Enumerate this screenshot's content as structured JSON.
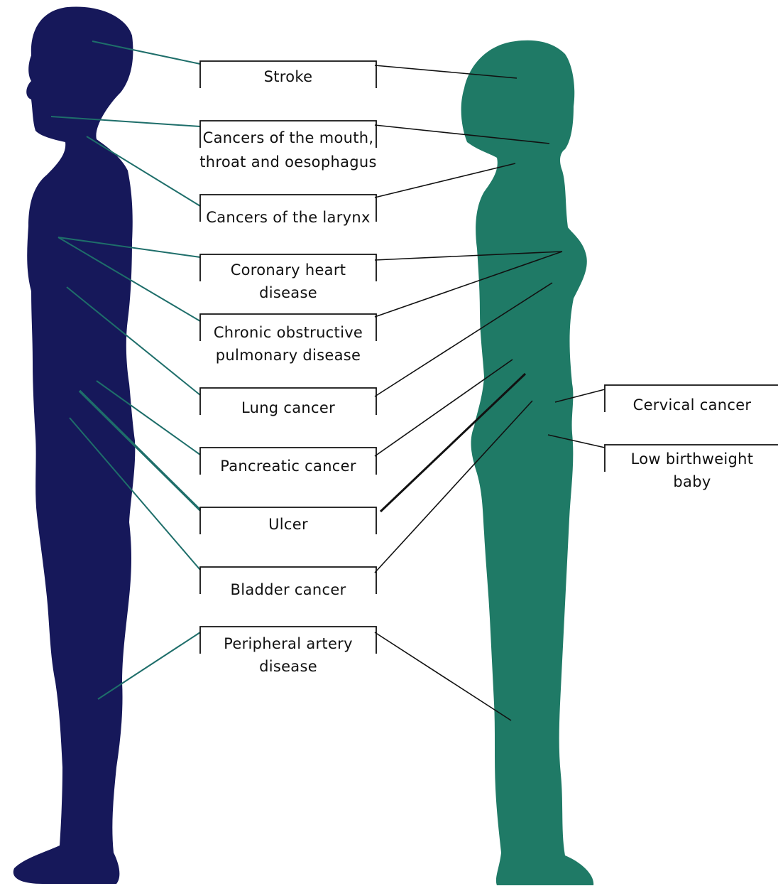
{
  "colors": {
    "male_body": "#16185a",
    "female_body": "#1f7a66",
    "male_leader": "#1e6e6a",
    "female_leader": "#111111",
    "box_line": "#111111",
    "background": "#ffffff"
  },
  "figures": {
    "male": {
      "icon": "male-silhouette"
    },
    "female": {
      "icon": "female-silhouette"
    }
  },
  "labels": {
    "stroke": "Stroke",
    "mouth_1": "Cancers of the mouth,",
    "mouth_2": "throat and oesophagus",
    "larynx": "Cancers of the larynx",
    "coronary_1": "Coronary heart",
    "coronary_2": "disease",
    "copd_1": "Chronic obstructive",
    "copd_2": "pulmonary disease",
    "lung": "Lung cancer",
    "pancreatic": "Pancreatic cancer",
    "ulcer": "Ulcer",
    "bladder": "Bladder cancer",
    "peripheral_1": "Peripheral artery",
    "peripheral_2": "disease",
    "cervical": "Cervical cancer",
    "lbw_1": "Low birthweight",
    "lbw_2": "baby"
  }
}
